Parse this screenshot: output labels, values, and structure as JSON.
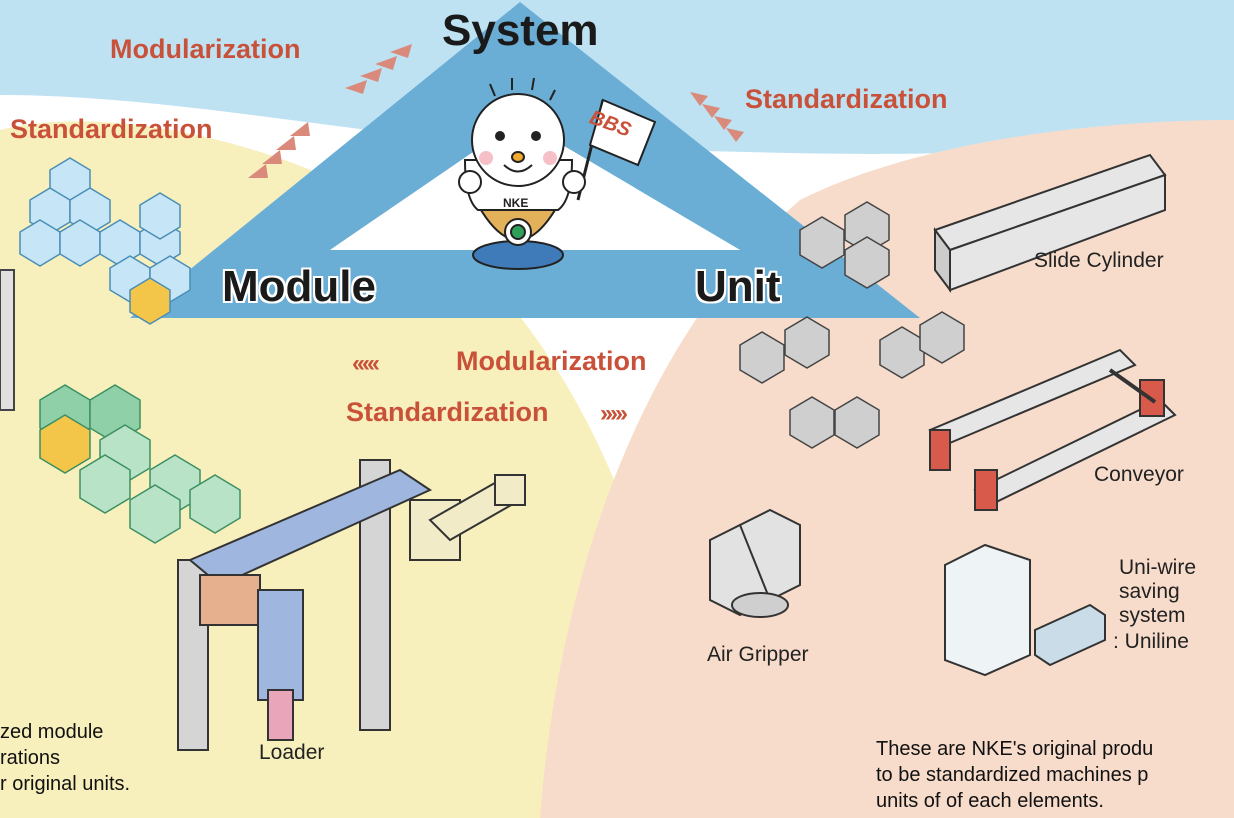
{
  "title": "System",
  "corners": {
    "module": "Module",
    "unit": "Unit"
  },
  "edges": {
    "top_left": "Modularization",
    "left": "Standardization",
    "top_right": "Standardization",
    "bottom_1": "Modularization",
    "bottom_2": "Standardization"
  },
  "mascot": {
    "flag": "BBS",
    "badge": "NKE"
  },
  "products": {
    "slide_cylinder": "Slide Cylinder",
    "conveyor": "Conveyor",
    "air_gripper": "Air Gripper",
    "uniwire": [
      "Uni-wire",
      "saving",
      "system",
      ": Uniline"
    ],
    "loader": "Loader"
  },
  "notes": {
    "left": [
      "zed module",
      "rations",
      "r original units."
    ],
    "right": [
      "These are NKE's original produ",
      "to be standardized machines p",
      "units of of each elements."
    ]
  },
  "colors": {
    "sky": "#bfe2f3",
    "triangle": "#6aaed6",
    "module_area": "#f7efbc",
    "unit_area": "#f7dccb",
    "accent": "#c9513a"
  }
}
